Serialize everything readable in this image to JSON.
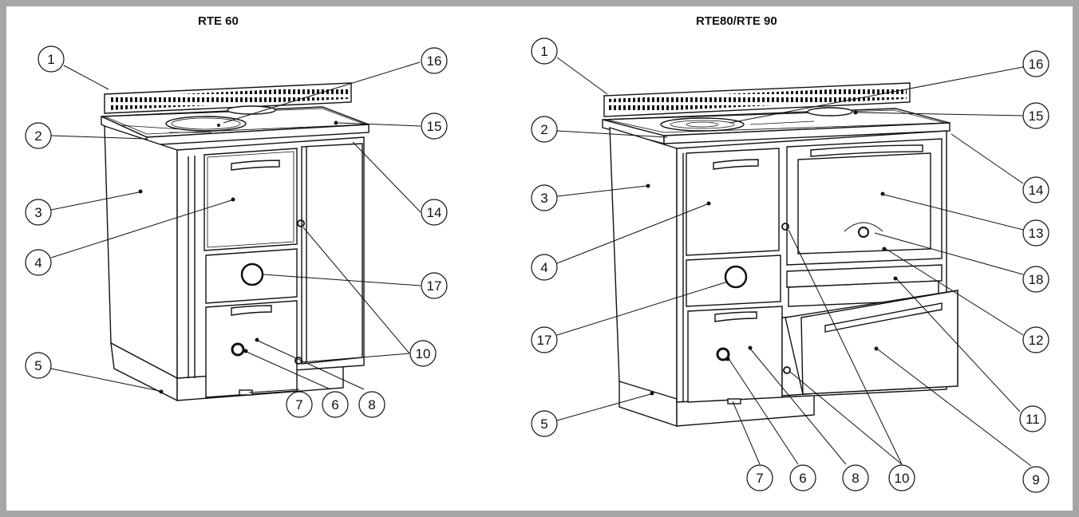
{
  "titles": {
    "left": "RTE 60",
    "right": "RTE80/RTE 90"
  },
  "colors": {
    "frame": "#a6a6a6",
    "line": "#111111",
    "panel": "#ffffff"
  },
  "left_callouts": [
    "1",
    "2",
    "3",
    "4",
    "5",
    "7",
    "6",
    "8",
    "16",
    "15",
    "14",
    "17",
    "10"
  ],
  "right_callouts": [
    "1",
    "2",
    "3",
    "4",
    "17",
    "5",
    "7",
    "6",
    "8",
    "10",
    "9",
    "16",
    "15",
    "14",
    "13",
    "18",
    "12",
    "11"
  ]
}
